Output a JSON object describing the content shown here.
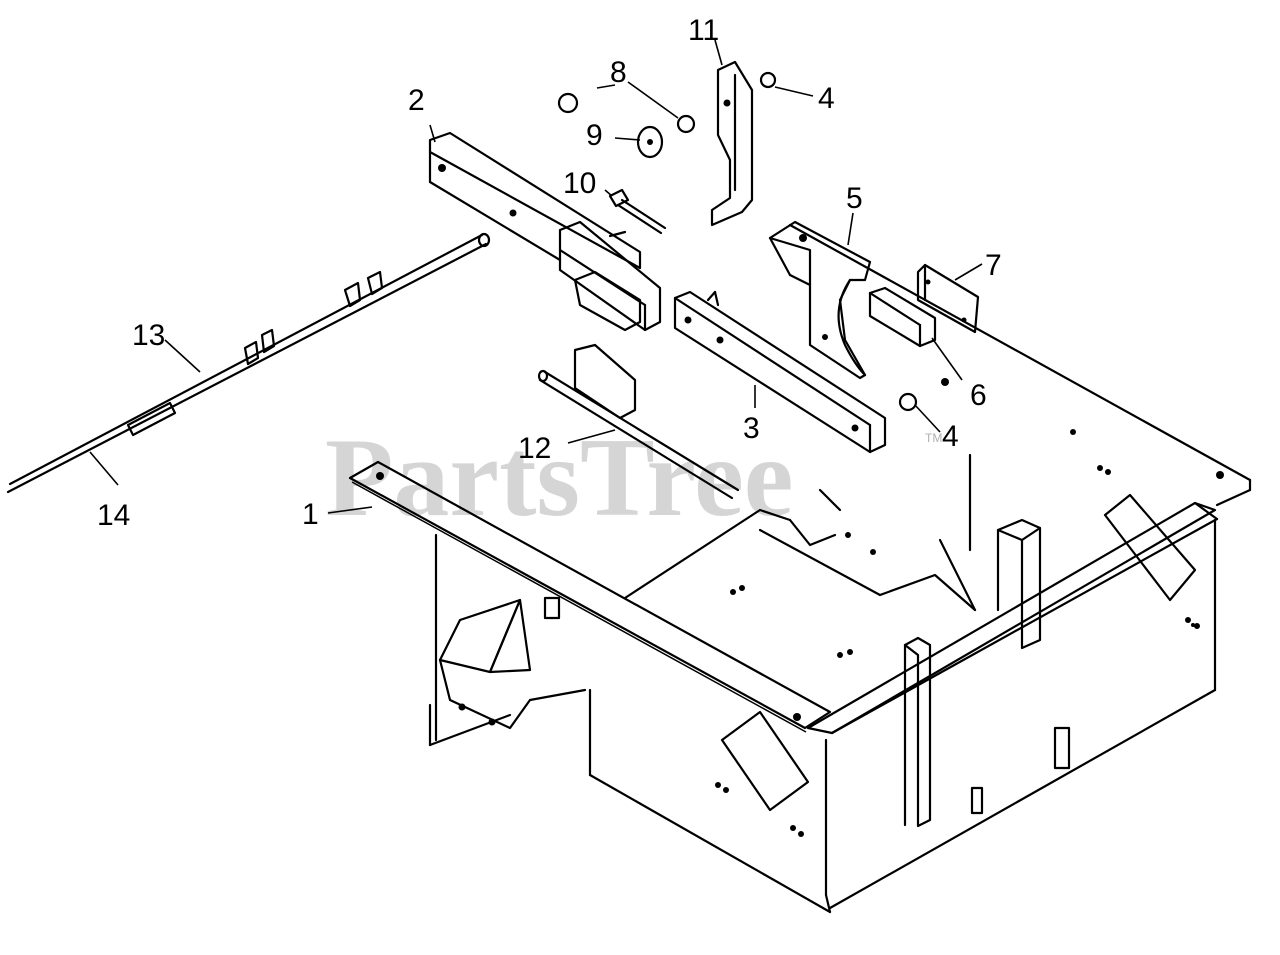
{
  "watermark": {
    "text": "PartsTree",
    "trademark": "TM"
  },
  "callouts": [
    {
      "id": "c1",
      "label": "1"
    },
    {
      "id": "c2",
      "label": "2"
    },
    {
      "id": "c3",
      "label": "3"
    },
    {
      "id": "c4a",
      "label": "4"
    },
    {
      "id": "c4b",
      "label": "4"
    },
    {
      "id": "c5",
      "label": "5"
    },
    {
      "id": "c6",
      "label": "6"
    },
    {
      "id": "c7",
      "label": "7"
    },
    {
      "id": "c8",
      "label": "8"
    },
    {
      "id": "c9",
      "label": "9"
    },
    {
      "id": "c10",
      "label": "10"
    },
    {
      "id": "c11",
      "label": "11"
    },
    {
      "id": "c12",
      "label": "12"
    },
    {
      "id": "c13",
      "label": "13"
    },
    {
      "id": "c14",
      "label": "14"
    }
  ]
}
